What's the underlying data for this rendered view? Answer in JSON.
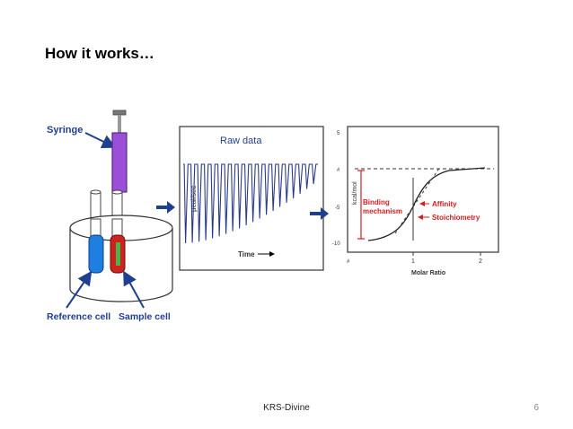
{
  "slide": {
    "title": "How it works…",
    "footer": "KRS-Divine",
    "page_number": "6"
  },
  "instrument": {
    "syringe_label": "Syringe",
    "reference_cell_label": "Reference cell",
    "sample_cell_label": "Sample cell"
  },
  "raw_data_panel": {
    "title": "Raw data",
    "y_label": "μcal/sec",
    "x_label": "Time",
    "peak_count": 20
  },
  "isotherm_panel": {
    "y_label": "kcal/mol",
    "x_label": "Molar Ratio",
    "y_ticks": [
      "5",
      "#",
      "-5",
      "-10"
    ],
    "x_ticks": [
      "#",
      "1",
      "2"
    ],
    "annotation_binding": [
      "Binding",
      "mechanism"
    ],
    "annotation_affinity": "Affinity",
    "annotation_stoichiometry": "Stoichiometry"
  },
  "colors": {
    "syringe": "#9b4fd6",
    "reference_cell": "#1f7fe0",
    "sample_cell": "#d0221c",
    "sample_inner": "#4bb34b",
    "label_blue": "#1f3f8f",
    "annotation_red": "#d02020",
    "trace": "#2a3a8a"
  }
}
